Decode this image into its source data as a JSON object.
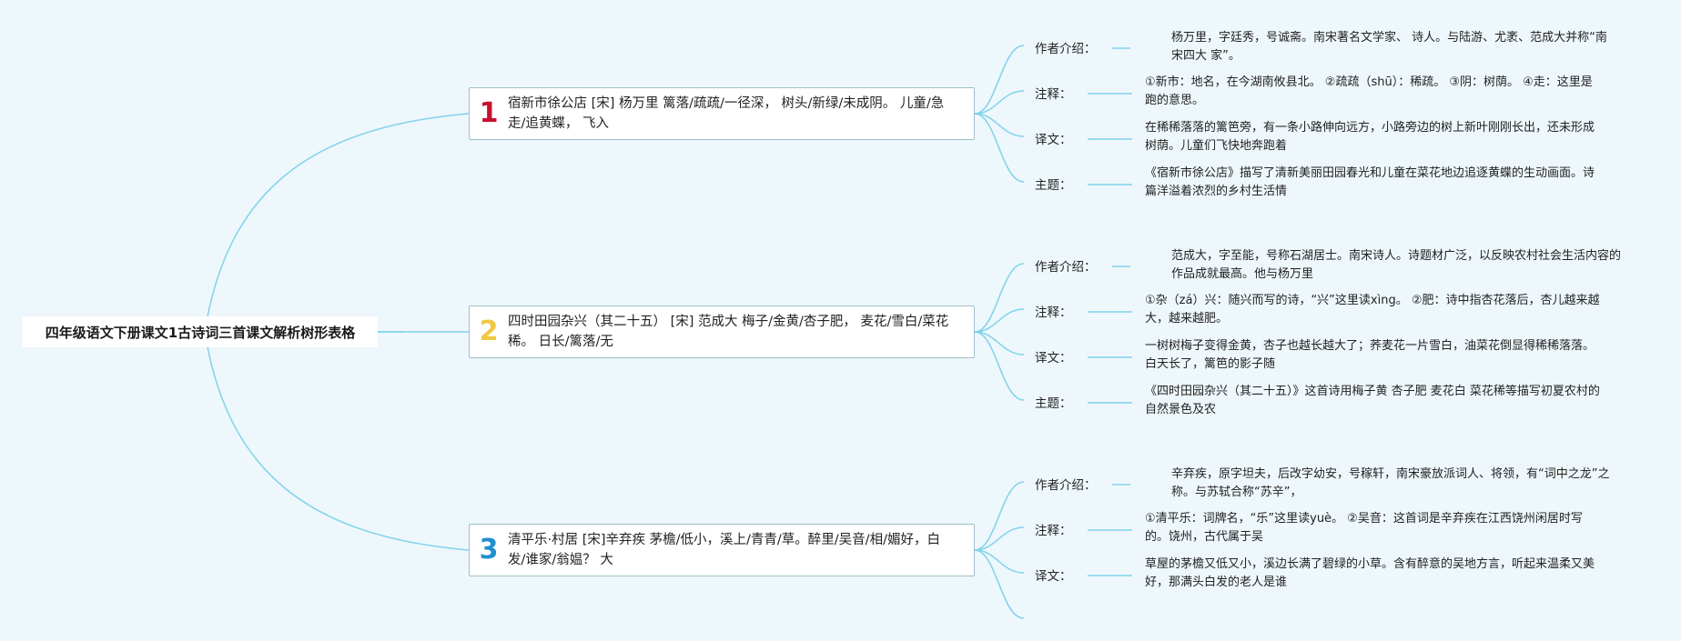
{
  "root": {
    "title": "四年级语文下册课文1古诗词三首课文解析树形表格"
  },
  "poems": [
    {
      "number": "1",
      "color": "#c8102e",
      "text": "宿新市徐公店 [宋] 杨万里 篱落/疏疏/一径深， 树头/新绿/未成阴。 儿童/急走/追黄蝶， 飞入",
      "items": [
        {
          "label": "作者介绍：",
          "text": "杨万里，字廷秀，号诚斋。南宋著名文学家、 诗人。与陆游、尤袤、范成大并称“南宋四大 家”。"
        },
        {
          "label": "注释：",
          "text": "①新市：地名，在今湖南攸县北。 ②疏疏（shū）：稀疏。 ③阴：树荫。 ④走：这里是跑的意思。"
        },
        {
          "label": "译文：",
          "text": "在稀稀落落的篱笆旁，有一条小路伸向远方，小路旁边的树上新叶刚刚长出，还未形成树荫。儿童们飞快地奔跑着"
        },
        {
          "label": "主题：",
          "text": "《宿新市徐公店》描写了清新美丽田园春光和儿童在菜花地边追逐黄蝶的生动画面。诗篇洋溢着浓烈的乡村生活情"
        }
      ]
    },
    {
      "number": "2",
      "color": "#f2c744",
      "text": "四时田园杂兴（其二十五） [宋] 范成大 梅子/金黄/杏子肥， 麦花/雪白/菜花稀。 日长/篱落/无",
      "items": [
        {
          "label": "作者介绍：",
          "text": "范成大，字至能，号称石湖居士。南宋诗人。诗题材广泛，以反映农村社会生活内容的作品成就最高。他与杨万里"
        },
        {
          "label": "注释：",
          "text": "①杂（zá）兴：随兴而写的诗，“兴”这里读xìng。 ②肥：诗中指杏花落后，杏儿越来越大，越来越肥。"
        },
        {
          "label": "译文：",
          "text": "一树树梅子变得金黄，杏子也越长越大了；荞麦花一片雪白，油菜花倒显得稀稀落落。 白天长了，篱笆的影子随"
        },
        {
          "label": "主题：",
          "text": "《四时田园杂兴（其二十五）》这首诗用梅子黄 杏子肥 麦花白 菜花稀等描写初夏农村的自然景色及农"
        }
      ]
    },
    {
      "number": "3",
      "color": "#1f8fd1",
      "text": "清平乐·村居 [宋]辛弃疾 茅檐/低小，溪上/青青/草。醉里/吴音/相/媚好，白发/谁家/翁媪？ 大",
      "items": [
        {
          "label": "作者介绍：",
          "text": "辛弃疾，原字坦夫，后改字幼安，号稼轩，南宋豪放派词人、将领，有“词中之龙”之称。与苏轼合称“苏辛”，"
        },
        {
          "label": "注释：",
          "text": "①清平乐：词牌名，“乐”这里读yuè。 ②吴音：这首词是辛弃疾在江西饶州闲居时写的。饶州，古代属于吴"
        },
        {
          "label": "译文：",
          "text": "草屋的茅檐又低又小，溪边长满了碧绿的小草。含有醉意的吴地方言，听起来温柔又美好，那满头白发的老人是谁"
        }
      ]
    }
  ],
  "style": {
    "link_color": "#7fd3ec"
  }
}
